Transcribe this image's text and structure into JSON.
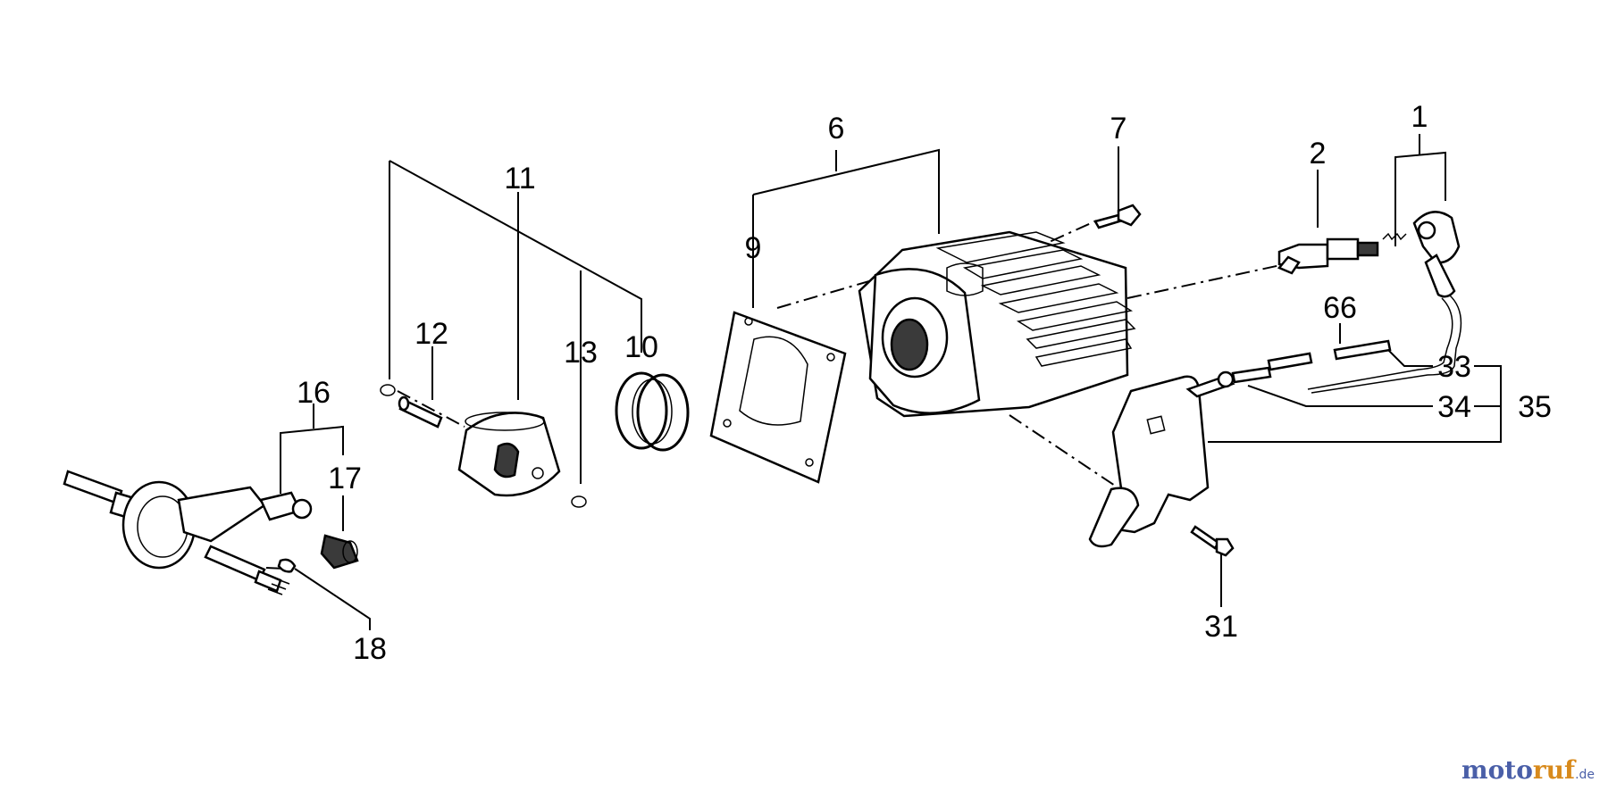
{
  "callouts": {
    "c1": "1",
    "c2": "2",
    "c6": "6",
    "c7": "7",
    "c9": "9",
    "c10": "10",
    "c11": "11",
    "c12": "12",
    "c13": "13",
    "c16": "16",
    "c17": "17",
    "c18": "18",
    "c31": "31",
    "c33": "33",
    "c34": "34",
    "c35": "35",
    "c66": "66"
  },
  "watermark": {
    "part_a": "moto",
    "part_b": "ruf",
    "suffix": ".de"
  },
  "colors": {
    "watermark_blue": "#4a5fa8",
    "watermark_orange": "#d88a1c"
  }
}
